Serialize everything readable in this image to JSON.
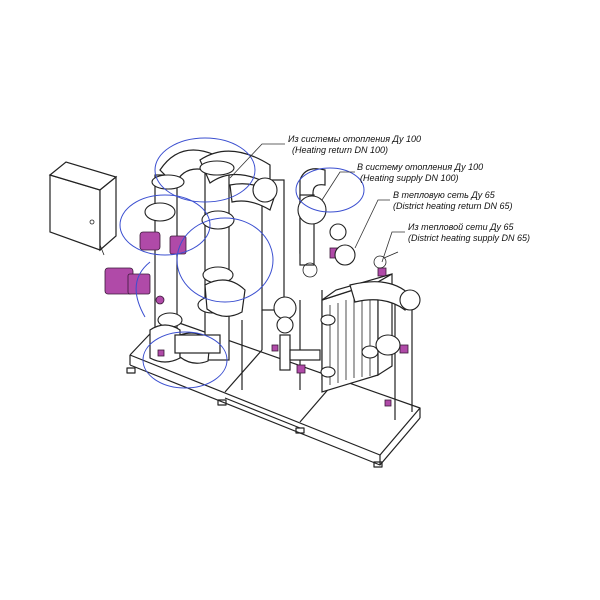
{
  "labels": {
    "heating_return_ru": "Из системы отопления Ду 100",
    "heating_return_en": "(Heating return DN 100)",
    "heating_supply_ru": "В  систему отопления Ду 100",
    "heating_supply_en": "(Heating supply DN 100)",
    "district_return_ru": "В тепловую сеть Ду 65",
    "district_return_en": "(District heating return DN 65)",
    "district_supply_ru": "Из тепловой сети Ду 65",
    "district_supply_en": "(District heating supply DN 65)"
  },
  "colors": {
    "line": "#222222",
    "pump": "#b04aa8",
    "rotation_arrows": "#3b4fd0",
    "background": "#ffffff"
  }
}
